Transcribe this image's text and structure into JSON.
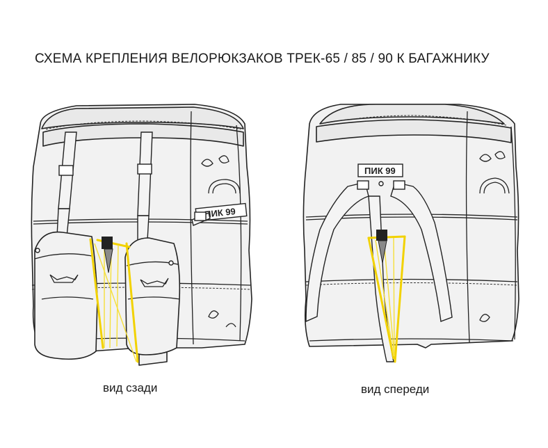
{
  "title": "СХЕМА КРЕПЛЕНИЯ ВЕЛОРЮКЗАКОВ ТРЕК-65 / 85 / 90 К БАГАЖНИКУ",
  "views": {
    "rear": {
      "caption": "вид сзади",
      "logo_text": "ПИК 99"
    },
    "front": {
      "caption": "вид спереди",
      "logo_text": "ПИК 99"
    }
  },
  "colors": {
    "rack": "#f2d200",
    "outline": "#222222"
  }
}
